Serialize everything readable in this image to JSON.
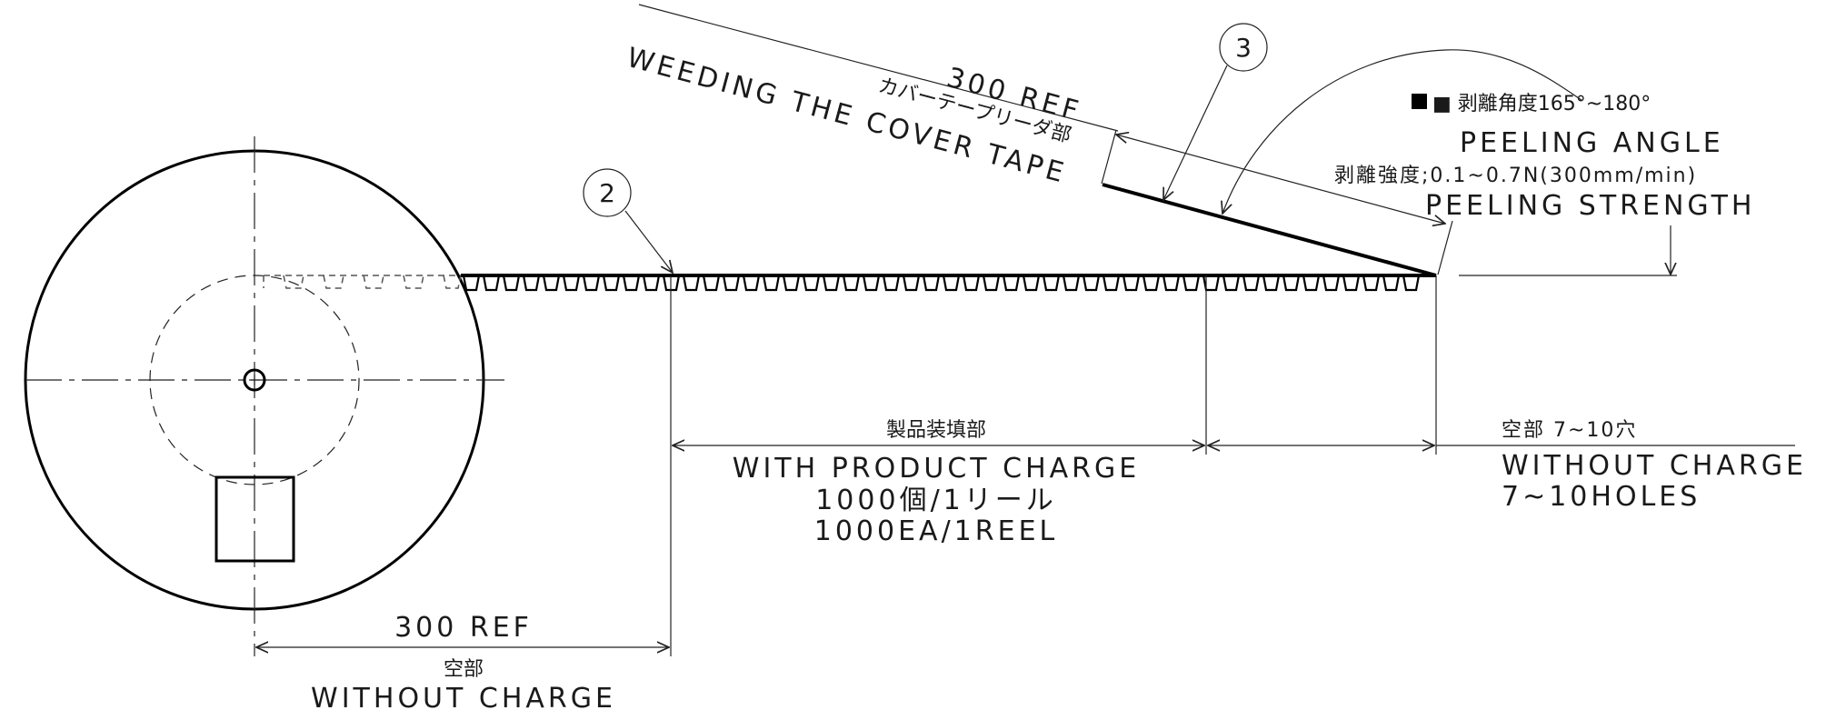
{
  "labels": {
    "top_dim": "300 REF",
    "weeding_en": "WEEDING THE COVER TAPE",
    "weeding_jp": "カバーテープリーダ部",
    "callout_3": "3",
    "callout_2": "2",
    "angle_line": "■ 剥離角度165°~180°",
    "peeling_angle": "PEELING ANGLE",
    "strength_jp": "剥離強度;0.1~0.7N(300mm/min)",
    "peeling_strength": "PEELING STRENGTH",
    "product_jp": "製品装填部",
    "product_en": "WITH PRODUCT CHARGE",
    "product_count_jp": "1000個/1リール",
    "product_count_en": "1000EA/1REEL",
    "right_empty_jp": "空部 7~10穴",
    "right_without": "WITHOUT CHARGE",
    "right_holes": "7~10HOLES",
    "bottom_dim": "300 REF",
    "bottom_empty_jp": "空部",
    "bottom_without": "WITHOUT CHARGE"
  }
}
